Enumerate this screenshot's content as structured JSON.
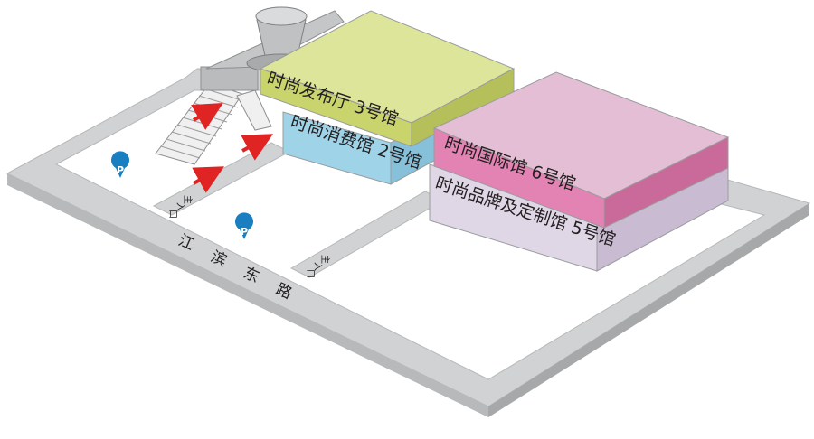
{
  "halls": {
    "hall3": {
      "label": "时尚发布厅 3号馆",
      "top_color": "#dde59a",
      "front_color": "#c9d46d",
      "side_color": "#b5c05a"
    },
    "hall2": {
      "label": "时尚消费馆 2号馆",
      "front_color": "#9fd3e8",
      "side_color": "#86c0d9"
    },
    "hall6": {
      "label": "时尚国际馆 6号馆",
      "top_color": "#e3bed4",
      "front_color": "#e383b4",
      "side_color": "#c96a9b"
    },
    "hall5": {
      "label": "时尚品牌及定制馆 5号馆",
      "front_color": "#dfd6e6",
      "side_color": "#c8bbd2"
    }
  },
  "road": {
    "name_chars": [
      "江",
      "滨",
      "东",
      "路"
    ],
    "color": "#d0d2d3"
  },
  "entrances": [
    {
      "chars": [
        "主",
        "入",
        "口"
      ]
    },
    {
      "chars": [
        "主",
        "入",
        "口"
      ]
    }
  ],
  "parking": [
    {
      "label": "P",
      "color": "#1a7fc1"
    },
    {
      "label": "P",
      "color": "#1a7fc1"
    }
  ],
  "arrow_color": "#e02424"
}
